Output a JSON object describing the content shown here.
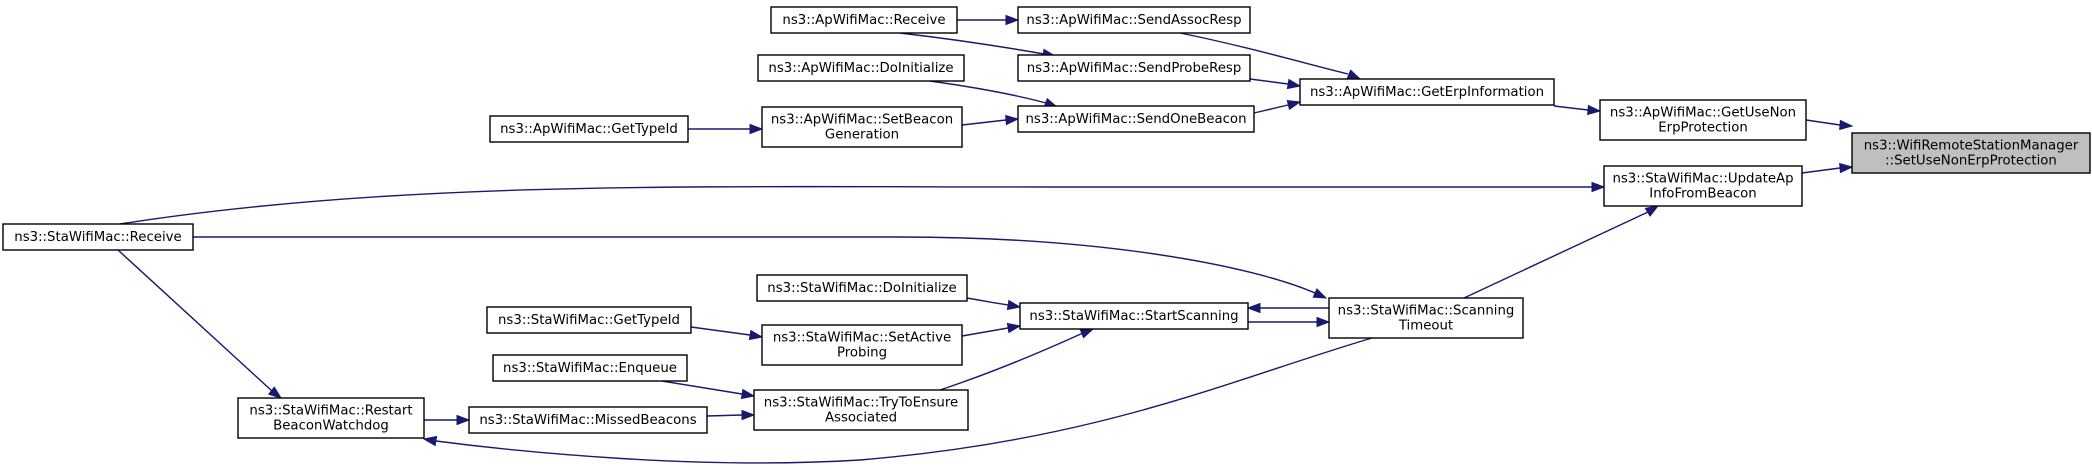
{
  "graph": {
    "root": "set_use_non_erp",
    "nodes": [
      {
        "id": "set_use_non_erp",
        "lines": [
          "ns3::WifiRemoteStationManager",
          "::SetUseNonErpProtection"
        ]
      },
      {
        "id": "get_use_non_erp",
        "lines": [
          "ns3::ApWifiMac::GetUseNon",
          "ErpProtection"
        ]
      },
      {
        "id": "update_ap_info",
        "lines": [
          "ns3::StaWifiMac::UpdateAp",
          "InfoFromBeacon"
        ]
      },
      {
        "id": "get_erp_info",
        "lines": [
          "ns3::ApWifiMac::GetErpInformation"
        ]
      },
      {
        "id": "send_assoc_resp",
        "lines": [
          "ns3::ApWifiMac::SendAssocResp"
        ]
      },
      {
        "id": "send_probe_resp",
        "lines": [
          "ns3::ApWifiMac::SendProbeResp"
        ]
      },
      {
        "id": "send_one_beacon",
        "lines": [
          "ns3::ApWifiMac::SendOneBeacon"
        ]
      },
      {
        "id": "ap_receive",
        "lines": [
          "ns3::ApWifiMac::Receive"
        ]
      },
      {
        "id": "ap_do_initialize",
        "lines": [
          "ns3::ApWifiMac::DoInitialize"
        ]
      },
      {
        "id": "set_beacon_gen",
        "lines": [
          "ns3::ApWifiMac::SetBeacon",
          "Generation"
        ]
      },
      {
        "id": "ap_get_type_id",
        "lines": [
          "ns3::ApWifiMac::GetTypeId"
        ]
      },
      {
        "id": "sta_receive",
        "lines": [
          "ns3::StaWifiMac::Receive"
        ]
      },
      {
        "id": "scanning_timeout",
        "lines": [
          "ns3::StaWifiMac::Scanning",
          "Timeout"
        ]
      },
      {
        "id": "start_scanning",
        "lines": [
          "ns3::StaWifiMac::StartScanning"
        ]
      },
      {
        "id": "sta_do_initialize",
        "lines": [
          "ns3::StaWifiMac::DoInitialize"
        ]
      },
      {
        "id": "set_active_probing",
        "lines": [
          "ns3::StaWifiMac::SetActive",
          "Probing"
        ]
      },
      {
        "id": "sta_get_type_id",
        "lines": [
          "ns3::StaWifiMac::GetTypeId"
        ]
      },
      {
        "id": "try_to_ensure",
        "lines": [
          "ns3::StaWifiMac::TryToEnsure",
          "Associated"
        ]
      },
      {
        "id": "enqueue",
        "lines": [
          "ns3::StaWifiMac::Enqueue"
        ]
      },
      {
        "id": "missed_beacons",
        "lines": [
          "ns3::StaWifiMac::MissedBeacons"
        ]
      },
      {
        "id": "restart_watchdog",
        "lines": [
          "ns3::StaWifiMac::Restart",
          "BeaconWatchdog"
        ]
      }
    ],
    "edges": [
      {
        "from": "get_use_non_erp",
        "to": "set_use_non_erp"
      },
      {
        "from": "update_ap_info",
        "to": "set_use_non_erp"
      },
      {
        "from": "get_erp_info",
        "to": "get_use_non_erp"
      },
      {
        "from": "send_assoc_resp",
        "to": "get_erp_info"
      },
      {
        "from": "send_probe_resp",
        "to": "get_erp_info"
      },
      {
        "from": "send_one_beacon",
        "to": "get_erp_info"
      },
      {
        "from": "ap_receive",
        "to": "send_assoc_resp"
      },
      {
        "from": "ap_receive",
        "to": "send_probe_resp"
      },
      {
        "from": "ap_do_initialize",
        "to": "send_one_beacon"
      },
      {
        "from": "set_beacon_gen",
        "to": "send_one_beacon"
      },
      {
        "from": "ap_get_type_id",
        "to": "set_beacon_gen"
      },
      {
        "from": "sta_receive",
        "to": "update_ap_info"
      },
      {
        "from": "scanning_timeout",
        "to": "update_ap_info"
      },
      {
        "from": "sta_receive",
        "to": "scanning_timeout"
      },
      {
        "from": "start_scanning",
        "to": "scanning_timeout"
      },
      {
        "from": "scanning_timeout",
        "to": "start_scanning"
      },
      {
        "from": "sta_do_initialize",
        "to": "start_scanning"
      },
      {
        "from": "set_active_probing",
        "to": "start_scanning"
      },
      {
        "from": "try_to_ensure",
        "to": "start_scanning"
      },
      {
        "from": "sta_get_type_id",
        "to": "set_active_probing"
      },
      {
        "from": "enqueue",
        "to": "try_to_ensure"
      },
      {
        "from": "missed_beacons",
        "to": "try_to_ensure"
      },
      {
        "from": "restart_watchdog",
        "to": "missed_beacons"
      },
      {
        "from": "sta_receive",
        "to": "restart_watchdog"
      },
      {
        "from": "scanning_timeout",
        "to": "restart_watchdog"
      }
    ],
    "colors": {
      "edge": "#191970",
      "root_fill": "#bfbfbf",
      "node_fill": "#ffffff",
      "border": "#000000"
    }
  }
}
